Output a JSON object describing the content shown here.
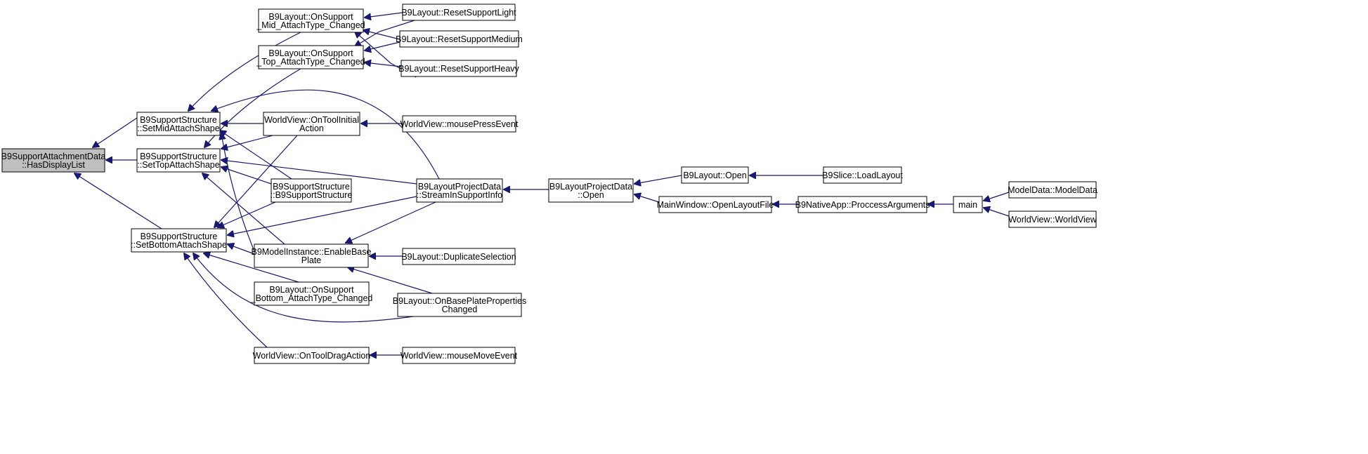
{
  "diagram": {
    "type": "call-graph",
    "focus_node": "HasDisplayList",
    "colors": {
      "edge": "#191970",
      "focus_fill": "#bfbfbf",
      "node_border": "#000000"
    },
    "nodes": [
      {
        "id": "HasDisplayList",
        "lines": [
          "B9SupportAttachmentData",
          "::HasDisplayList"
        ]
      },
      {
        "id": "SetMidAttachShape",
        "lines": [
          "B9SupportStructure",
          "::SetMidAttachShape"
        ]
      },
      {
        "id": "SetTopAttachShape",
        "lines": [
          "B9SupportStructure",
          "::SetTopAttachShape"
        ]
      },
      {
        "id": "SetBottomAttachShape",
        "lines": [
          "B9SupportStructure",
          "::SetBottomAttachShape"
        ]
      },
      {
        "id": "OnSupportMid",
        "lines": [
          "B9Layout::OnSupport",
          "_Mid_AttachType_Changed"
        ]
      },
      {
        "id": "OnSupportTop",
        "lines": [
          "B9Layout::OnSupport",
          "_Top_AttachType_Changed"
        ]
      },
      {
        "id": "OnToolInitialAction",
        "lines": [
          "WorldView::OnToolInitial",
          "Action"
        ]
      },
      {
        "id": "B9SupportStructureCtor",
        "lines": [
          "B9SupportStructure",
          "::B9SupportStructure"
        ]
      },
      {
        "id": "EnableBasePlate",
        "lines": [
          "B9ModelInstance::EnableBase",
          "Plate"
        ]
      },
      {
        "id": "OnSupportBottom",
        "lines": [
          "B9Layout::OnSupport",
          "_Bottom_AttachType_Changed"
        ]
      },
      {
        "id": "OnToolDragAction",
        "lines": [
          "WorldView::OnToolDragAction"
        ]
      },
      {
        "id": "ResetSupportLight",
        "lines": [
          "B9Layout::ResetSupportLight"
        ]
      },
      {
        "id": "ResetSupportMedium",
        "lines": [
          "B9Layout::ResetSupportMedium"
        ]
      },
      {
        "id": "ResetSupportHeavy",
        "lines": [
          "B9Layout::ResetSupportHeavy"
        ]
      },
      {
        "id": "mousePressEvent",
        "lines": [
          "WorldView::mousePressEvent"
        ]
      },
      {
        "id": "StreamInSupportInfo",
        "lines": [
          "B9LayoutProjectData",
          "::StreamInSupportInfo"
        ]
      },
      {
        "id": "DuplicateSelection",
        "lines": [
          "B9Layout::DuplicateSelection"
        ]
      },
      {
        "id": "OnBasePlatePropertiesChanged",
        "lines": [
          "B9Layout::OnBasePlateProperties",
          "Changed"
        ]
      },
      {
        "id": "mouseMoveEvent",
        "lines": [
          "WorldView::mouseMoveEvent"
        ]
      },
      {
        "id": "ProjectDataOpen",
        "lines": [
          "B9LayoutProjectData",
          "::Open"
        ]
      },
      {
        "id": "LayoutOpen",
        "lines": [
          "B9Layout::Open"
        ]
      },
      {
        "id": "OpenLayoutFile",
        "lines": [
          "MainWindow::OpenLayoutFile"
        ]
      },
      {
        "id": "LoadLayout",
        "lines": [
          "B9Slice::LoadLayout"
        ]
      },
      {
        "id": "ProccessArguments",
        "lines": [
          "B9NativeApp::ProccessArguments"
        ]
      },
      {
        "id": "main",
        "lines": [
          "main"
        ]
      },
      {
        "id": "ModelDataCtor",
        "lines": [
          "ModelData::ModelData"
        ]
      },
      {
        "id": "WorldViewCtor",
        "lines": [
          "WorldView::WorldView"
        ]
      }
    ],
    "edges": [
      {
        "from": "SetMidAttachShape",
        "to": "HasDisplayList"
      },
      {
        "from": "SetTopAttachShape",
        "to": "HasDisplayList"
      },
      {
        "from": "SetBottomAttachShape",
        "to": "HasDisplayList"
      },
      {
        "from": "OnSupportMid",
        "to": "SetMidAttachShape"
      },
      {
        "from": "OnToolInitialAction",
        "to": "SetMidAttachShape"
      },
      {
        "from": "B9SupportStructureCtor",
        "to": "SetMidAttachShape"
      },
      {
        "from": "StreamInSupportInfo",
        "to": "SetMidAttachShape"
      },
      {
        "from": "EnableBasePlate",
        "to": "SetMidAttachShape"
      },
      {
        "from": "OnSupportTop",
        "to": "SetTopAttachShape"
      },
      {
        "from": "OnToolInitialAction",
        "to": "SetTopAttachShape"
      },
      {
        "from": "B9SupportStructureCtor",
        "to": "SetTopAttachShape"
      },
      {
        "from": "StreamInSupportInfo",
        "to": "SetTopAttachShape"
      },
      {
        "from": "EnableBasePlate",
        "to": "SetTopAttachShape"
      },
      {
        "from": "OnToolInitialAction",
        "to": "SetBottomAttachShape"
      },
      {
        "from": "B9SupportStructureCtor",
        "to": "SetBottomAttachShape"
      },
      {
        "from": "StreamInSupportInfo",
        "to": "SetBottomAttachShape"
      },
      {
        "from": "EnableBasePlate",
        "to": "SetBottomAttachShape"
      },
      {
        "from": "OnSupportBottom",
        "to": "SetBottomAttachShape"
      },
      {
        "from": "OnBasePlatePropertiesChanged",
        "to": "SetBottomAttachShape"
      },
      {
        "from": "OnToolDragAction",
        "to": "SetBottomAttachShape"
      },
      {
        "from": "ResetSupportLight",
        "to": "OnSupportMid"
      },
      {
        "from": "ResetSupportMedium",
        "to": "OnSupportMid"
      },
      {
        "from": "ResetSupportHeavy",
        "to": "OnSupportMid"
      },
      {
        "from": "ResetSupportLight",
        "to": "OnSupportTop"
      },
      {
        "from": "ResetSupportMedium",
        "to": "OnSupportTop"
      },
      {
        "from": "ResetSupportHeavy",
        "to": "OnSupportTop"
      },
      {
        "from": "mousePressEvent",
        "to": "OnToolInitialAction"
      },
      {
        "from": "ProjectDataOpen",
        "to": "StreamInSupportInfo"
      },
      {
        "from": "StreamInSupportInfo",
        "to": "EnableBasePlate"
      },
      {
        "from": "DuplicateSelection",
        "to": "EnableBasePlate"
      },
      {
        "from": "OnBasePlatePropertiesChanged",
        "to": "EnableBasePlate"
      },
      {
        "from": "mouseMoveEvent",
        "to": "OnToolDragAction"
      },
      {
        "from": "LayoutOpen",
        "to": "ProjectDataOpen"
      },
      {
        "from": "OpenLayoutFile",
        "to": "ProjectDataOpen"
      },
      {
        "from": "LoadLayout",
        "to": "LayoutOpen"
      },
      {
        "from": "ProccessArguments",
        "to": "OpenLayoutFile"
      },
      {
        "from": "main",
        "to": "ProccessArguments"
      },
      {
        "from": "ModelDataCtor",
        "to": "main"
      },
      {
        "from": "WorldViewCtor",
        "to": "main"
      }
    ]
  }
}
